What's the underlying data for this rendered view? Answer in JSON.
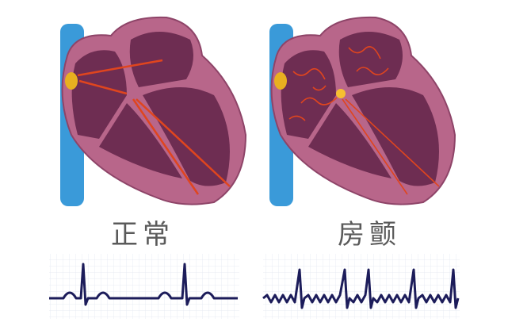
{
  "panels": [
    {
      "label": "正常",
      "rhythm": "normal",
      "r_peaks_count": 2
    },
    {
      "label": "房颤",
      "rhythm": "atrial-fibrillation",
      "r_peaks_count": 5
    }
  ],
  "colors": {
    "vessel": "#3a9ad9",
    "heart_wall": "#b8668a",
    "chamber": "#6e2d52",
    "conduction": "#e0451e",
    "node": "#e8b020",
    "ecg_trace": "#1c1c5a",
    "ecg_grid": "#d5dbe6"
  }
}
